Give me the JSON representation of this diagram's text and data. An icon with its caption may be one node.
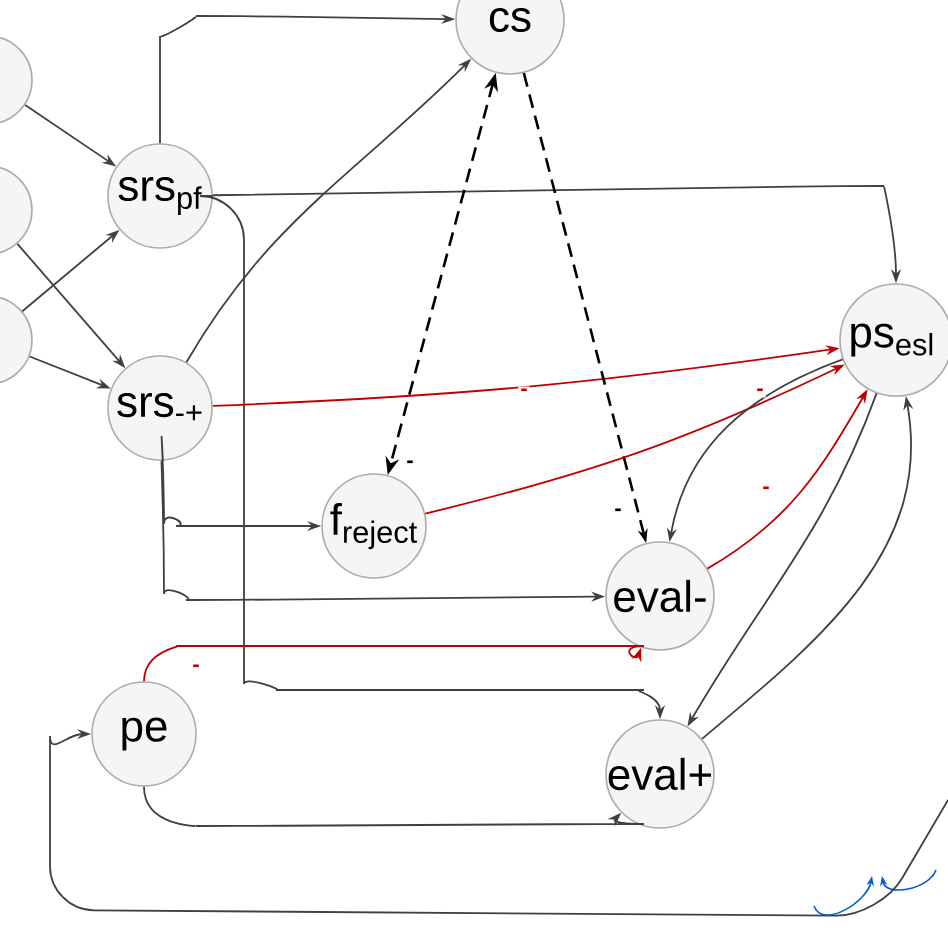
{
  "diagram": {
    "nodes": [
      {
        "text": [],
        "shape": "circle"
      },
      {
        "text": [],
        "shape": "circle"
      },
      {
        "text": [],
        "shape": "circle"
      },
      {
        "text": [
          "cs"
        ]
      },
      {
        "text": [
          "srs$_{pf}$"
        ]
      },
      {
        "text": [
          "srs$_{-+}$"
        ]
      },
      {
        "text": [
          "f$_{reject}$"
        ]
      },
      {
        "text": [
          "ps$_{esl}$"
        ]
      },
      {
        "text": [
          "eval-"
        ]
      },
      {
        "text": [
          "pe"
        ]
      },
      {
        "text": [
          "eval+"
        ]
      }
    ],
    "edges": [
      {
        "from": 0,
        "to": 4,
        "arrow": "to"
      },
      {
        "from": 1,
        "to": 5,
        "arrow": "to"
      },
      {
        "from": 2,
        "to": 4,
        "arrow": "to"
      },
      {
        "from": 2,
        "to": 5,
        "arrow": "to"
      },
      {
        "from": 4,
        "to": 3,
        "arrow": "to"
      },
      {
        "from": 5,
        "to": 3,
        "arrow": "to"
      },
      {
        "from": 4,
        "to": 7,
        "arrow": "to"
      },
      {
        "from": 4,
        "to": 10,
        "arrow": "to"
      },
      {
        "from": 5,
        "to": 7,
        "arrow": "to",
        "label": "-",
        "color": "#c00000"
      },
      {
        "from": 5,
        "to": 6,
        "arrow": "to"
      },
      {
        "from": 5,
        "to": 8,
        "arrow": "to"
      },
      {
        "from": 3,
        "to": 6,
        "arrow": "both",
        "label": "-",
        "style": "dashed",
        "color": "#000000"
      },
      {
        "from": 3,
        "to": 8,
        "arrow": "to",
        "label": "-",
        "style": "dashed",
        "color": "#000000"
      },
      {
        "from": 6,
        "to": 7,
        "arrow": "to",
        "label": "-",
        "color": "#c00000"
      },
      {
        "from": 8,
        "to": 7,
        "arrow": "to",
        "label": "-",
        "color": "#c00000"
      },
      {
        "from": 7,
        "to": 8,
        "arrow": "to"
      },
      {
        "from": 7,
        "to": 10,
        "arrow": "to"
      },
      {
        "from": 10,
        "to": 7,
        "arrow": "to"
      },
      {
        "from": 9,
        "to": 8,
        "arrow": "to",
        "label": "-",
        "color": "#c00000"
      },
      {
        "from": 9,
        "to": 10,
        "arrow": "to"
      },
      {
        "from": null,
        "to": 9,
        "arrow": "to"
      }
    ]
  }
}
